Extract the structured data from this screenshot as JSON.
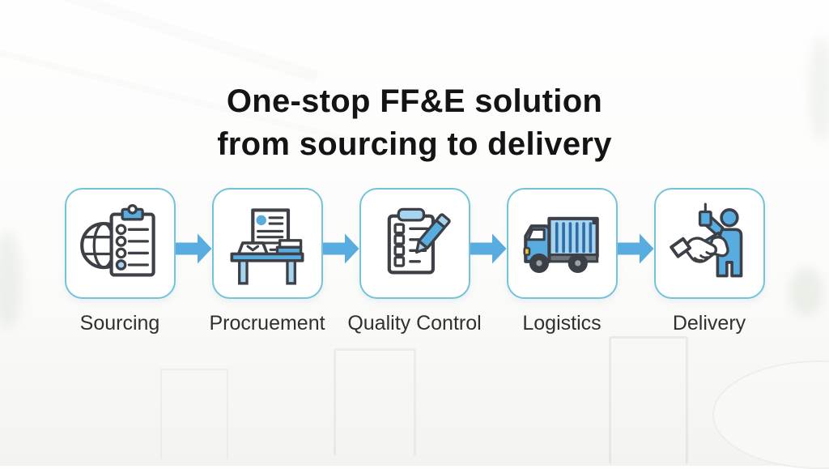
{
  "title": {
    "line1": "One-stop FF&E solution",
    "line2": "from sourcing to delivery"
  },
  "steps": [
    {
      "id": "sourcing",
      "label": "Sourcing",
      "icon": "globe-checklist-icon"
    },
    {
      "id": "procruement",
      "label": "Procruement",
      "icon": "desk-documents-icon"
    },
    {
      "id": "quality-control",
      "label": "Quality Control",
      "icon": "clipboard-pencil-icon"
    },
    {
      "id": "logistics",
      "label": "Logistics",
      "icon": "delivery-truck-icon"
    },
    {
      "id": "delivery",
      "label": "Delivery",
      "icon": "handshake-person-icon"
    }
  ],
  "colors": {
    "title_text": "#141414",
    "label_text": "#303030",
    "box_border": "#74c3d8",
    "arrow": "#58ace0",
    "icon_outline": "#3d4147",
    "icon_blue": "#58ace0",
    "icon_light_blue": "#a6d4ef",
    "truck_stripe": "#2e6ca6",
    "truck_chassis": "#6e747b",
    "truck_wheel": "#3c4046",
    "truck_hub": "#9aa0a6",
    "truck_headlight": "#f3c52d"
  }
}
